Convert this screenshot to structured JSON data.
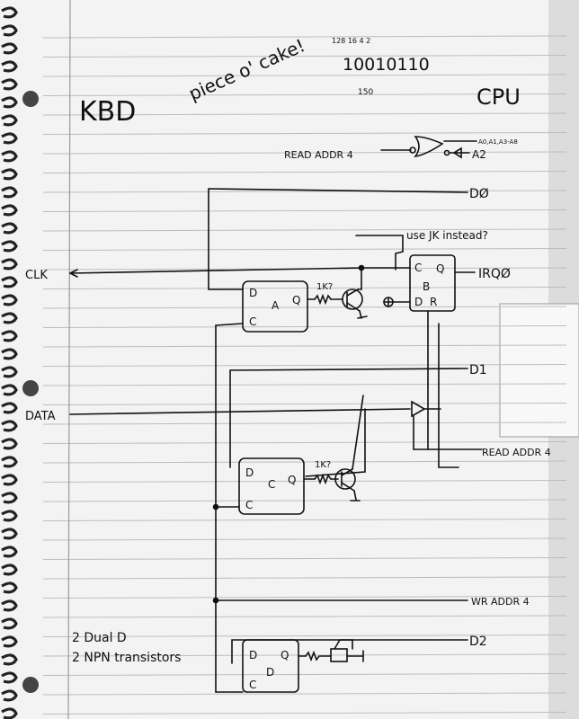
{
  "header": {
    "title_left": "KBD",
    "title_right": "CPU",
    "note": "piece o' cake!",
    "binary_weights": "128 16 4 2",
    "binary_value": "10010110",
    "binary_decimal": "150"
  },
  "signals": {
    "read_addr_top": "READ ADDR 4",
    "gate_inputs": "A0,A1,A3-A8",
    "gate_a2": "A2",
    "d0": "DØ",
    "clk": "CLK",
    "irq": "IRQØ",
    "data": "DATA",
    "d1": "D1",
    "read_addr_mid": "READ ADDR 4",
    "wr_addr": "WR ADDR 4",
    "d2": "D2"
  },
  "annotations": {
    "use_jk": "use JK instead?",
    "res_1k_a": "1K?",
    "res_1k_c": "1K?"
  },
  "flipflops": {
    "a": {
      "d": "D",
      "c": "C",
      "q": "Q",
      "name": "A"
    },
    "b": {
      "c": "C",
      "q": "Q",
      "name": "B",
      "d": "D",
      "r": "R"
    },
    "c": {
      "d": "D",
      "c": "C",
      "q": "Q",
      "name": "C"
    },
    "d": {
      "d": "D",
      "c": "C",
      "q": "Q",
      "name": "D"
    }
  },
  "parts_list": {
    "line1": "2  Dual D",
    "line2": "2  NPN transistors"
  },
  "colors": {
    "paper": "#f4f4f4",
    "rule_line": "#b9b9b9",
    "margin_line": "#9a9a9a",
    "ink": "#111111",
    "spiral": "#222222"
  }
}
